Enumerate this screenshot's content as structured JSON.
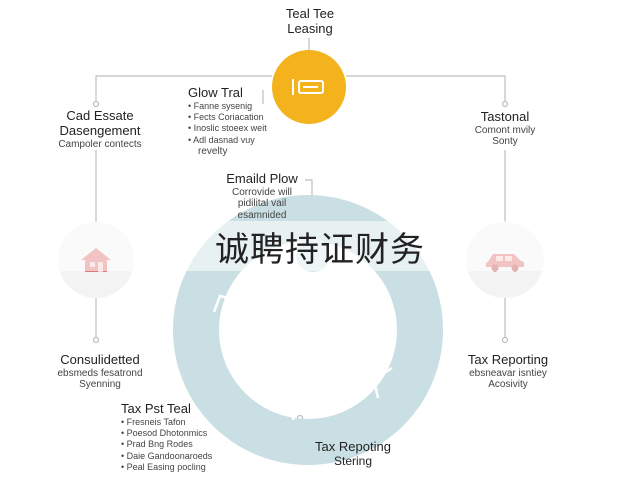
{
  "top": {
    "title": "Teal Tee",
    "subtitle": "Leasing"
  },
  "nodes": {
    "growth": {
      "title": "Glow Tral",
      "items": [
        "Fanne sysenig",
        "Fects Coriacation",
        "Inoslic stoeex weit",
        "Adl dasnad vuy"
      ],
      "extra": "revelty"
    },
    "real_estate": {
      "title_line1": "Cad Essate",
      "title_line2": "Dasengement",
      "sub": "Campoler contects"
    },
    "tastonal": {
      "title": "Tastonal",
      "sub_line1": "Comont mvily",
      "sub_line2": "Sonty"
    },
    "email": {
      "title": "Emaild Plow",
      "sub_line1": "Corrovide will",
      "sub_line2": "pidilital vail",
      "sub_line3": "esamnided"
    },
    "consolidated": {
      "title": "Consulidetted",
      "sub_line1": "ebsmeds fesatrond",
      "sub_line2": "Syenning"
    },
    "tax_reporting_right": {
      "title": "Tax Reporting",
      "sub_line1": "ebsneavar isntiey",
      "sub_line2": "Acosivity"
    },
    "tax_pst": {
      "title": "Tax Pst Teal",
      "items": [
        "Fresneis Tafon",
        "Poesod Dhotonmics",
        "Prad Bng Rodes",
        "Daie Gandoonaroeds",
        "Peal Easing pocling"
      ]
    },
    "tax_reporting_bottom": {
      "title": "Tax Repoting",
      "sub": "Stering"
    }
  },
  "banner": {
    "text": "诚聘持证财务"
  },
  "colors": {
    "accent_orange": "#f4b21c",
    "cycle_teal": "#c9dfe3",
    "icon_red": "#e07a7a"
  },
  "icons": [
    "briefcase-icon",
    "house-icon",
    "car-icon",
    "cycle-arrows"
  ]
}
